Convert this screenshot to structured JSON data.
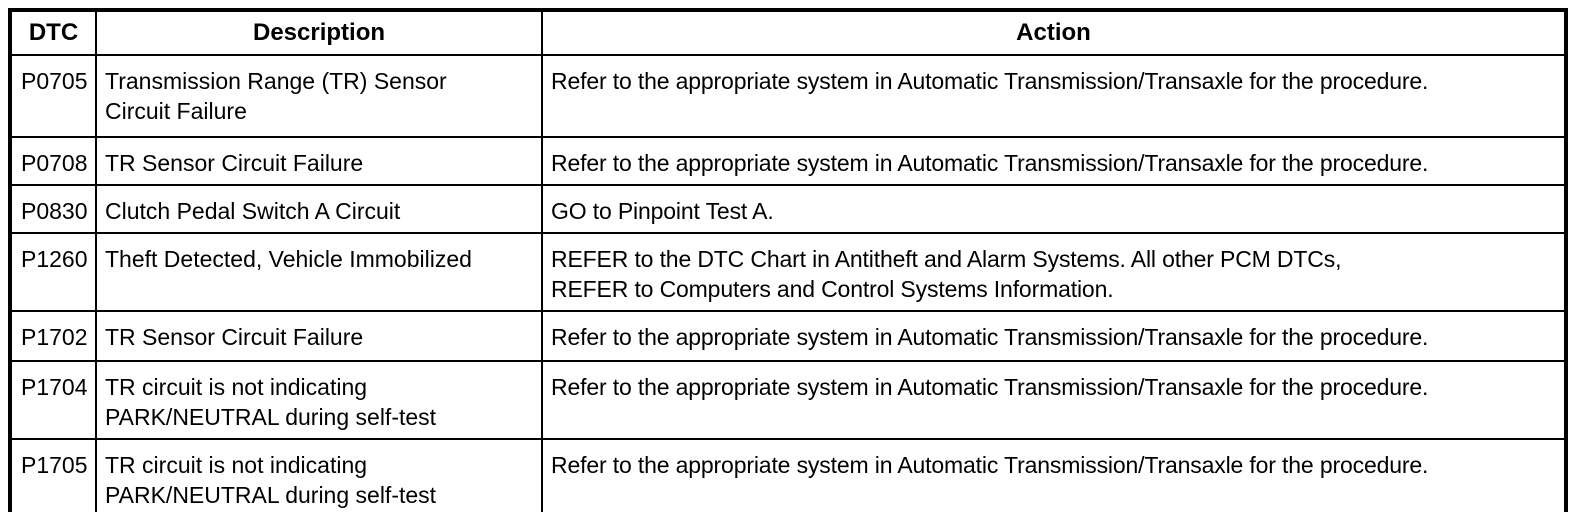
{
  "colors": {
    "border": "#000000",
    "text": "#000000",
    "background": "#ffffff"
  },
  "table": {
    "headers": {
      "dtc": "DTC",
      "description": "Description",
      "action": "Action"
    },
    "rows": [
      {
        "dtc": "P0705",
        "description": "Transmission Range (TR) Sensor\nCircuit Failure",
        "action": "Refer to the appropriate system in Automatic Transmission/Transaxle for the procedure."
      },
      {
        "dtc": "P0708",
        "description": "TR Sensor Circuit Failure",
        "action": "Refer to the appropriate system in Automatic Transmission/Transaxle for the procedure."
      },
      {
        "dtc": "P0830",
        "description": "Clutch Pedal Switch A Circuit",
        "action": "GO to Pinpoint Test A."
      },
      {
        "dtc": "P1260",
        "description": "Theft Detected, Vehicle Immobilized",
        "action": "REFER to the DTC Chart in Antitheft and Alarm Systems. All other PCM DTCs,\nREFER to Computers and Control Systems Information."
      },
      {
        "dtc": "P1702",
        "description": "TR Sensor Circuit Failure",
        "action": "Refer to the appropriate system in Automatic Transmission/Transaxle for the procedure."
      },
      {
        "dtc": "P1704",
        "description": "TR circuit is not indicating\nPARK/NEUTRAL during self-test",
        "action": "Refer to the appropriate system in Automatic Transmission/Transaxle for the procedure."
      },
      {
        "dtc": "P1705",
        "description": "TR circuit is not indicating\nPARK/NEUTRAL during self-test",
        "action": "Refer to the appropriate system in Automatic Transmission/Transaxle for the procedure."
      }
    ]
  }
}
